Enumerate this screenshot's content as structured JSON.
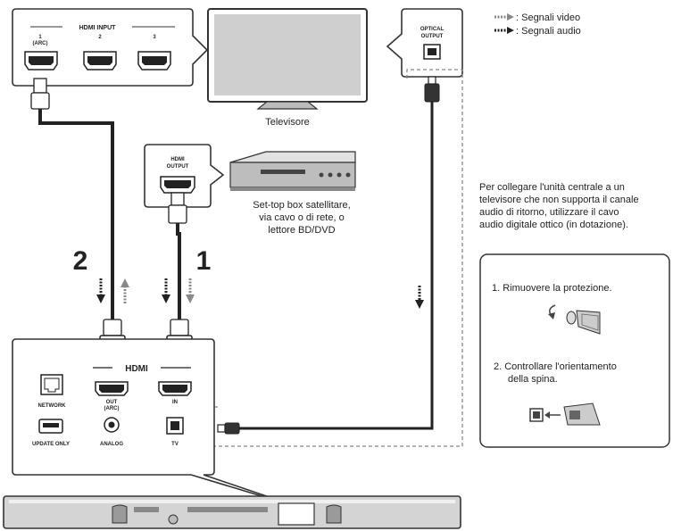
{
  "legend": {
    "video": ": Segnali video",
    "audio": ": Segnali audio"
  },
  "tv": {
    "label": "Televisore",
    "hdmi_input_title": "HDMI INPUT",
    "port1": "1",
    "port1_sub": "(ARC)",
    "port2": "2",
    "port3": "3",
    "optical_title_1": "OPTICAL",
    "optical_title_2": "OUTPUT"
  },
  "source": {
    "hdmi_output_1": "HDMI",
    "hdmi_output_2": "OUTPUT",
    "line1": "Set-top box satellitare,",
    "line2": "via cavo o di rete, o",
    "line3": "lettore BD/DVD"
  },
  "steps": {
    "one": "1",
    "two": "2"
  },
  "note": {
    "line1": "Per collegare l'unità centrale a un",
    "line2": "televisore che non supporta il canale",
    "line3": "audio di ritorno, utilizzare il cavo",
    "line4": "audio digitale ottico (in dotazione)."
  },
  "instructions": {
    "step1": "1. Rimuovere la protezione.",
    "step2_line1": "2. Controllare l'orientamento",
    "step2_line2": "della spina."
  },
  "panel": {
    "hdmi_logo": "HDMI",
    "network": "NETWORK",
    "out": "OUT",
    "out_sub": "(ARC)",
    "in": "IN",
    "update_only": "UPDATE ONLY",
    "analog": "ANALOG",
    "tv": "TV"
  }
}
